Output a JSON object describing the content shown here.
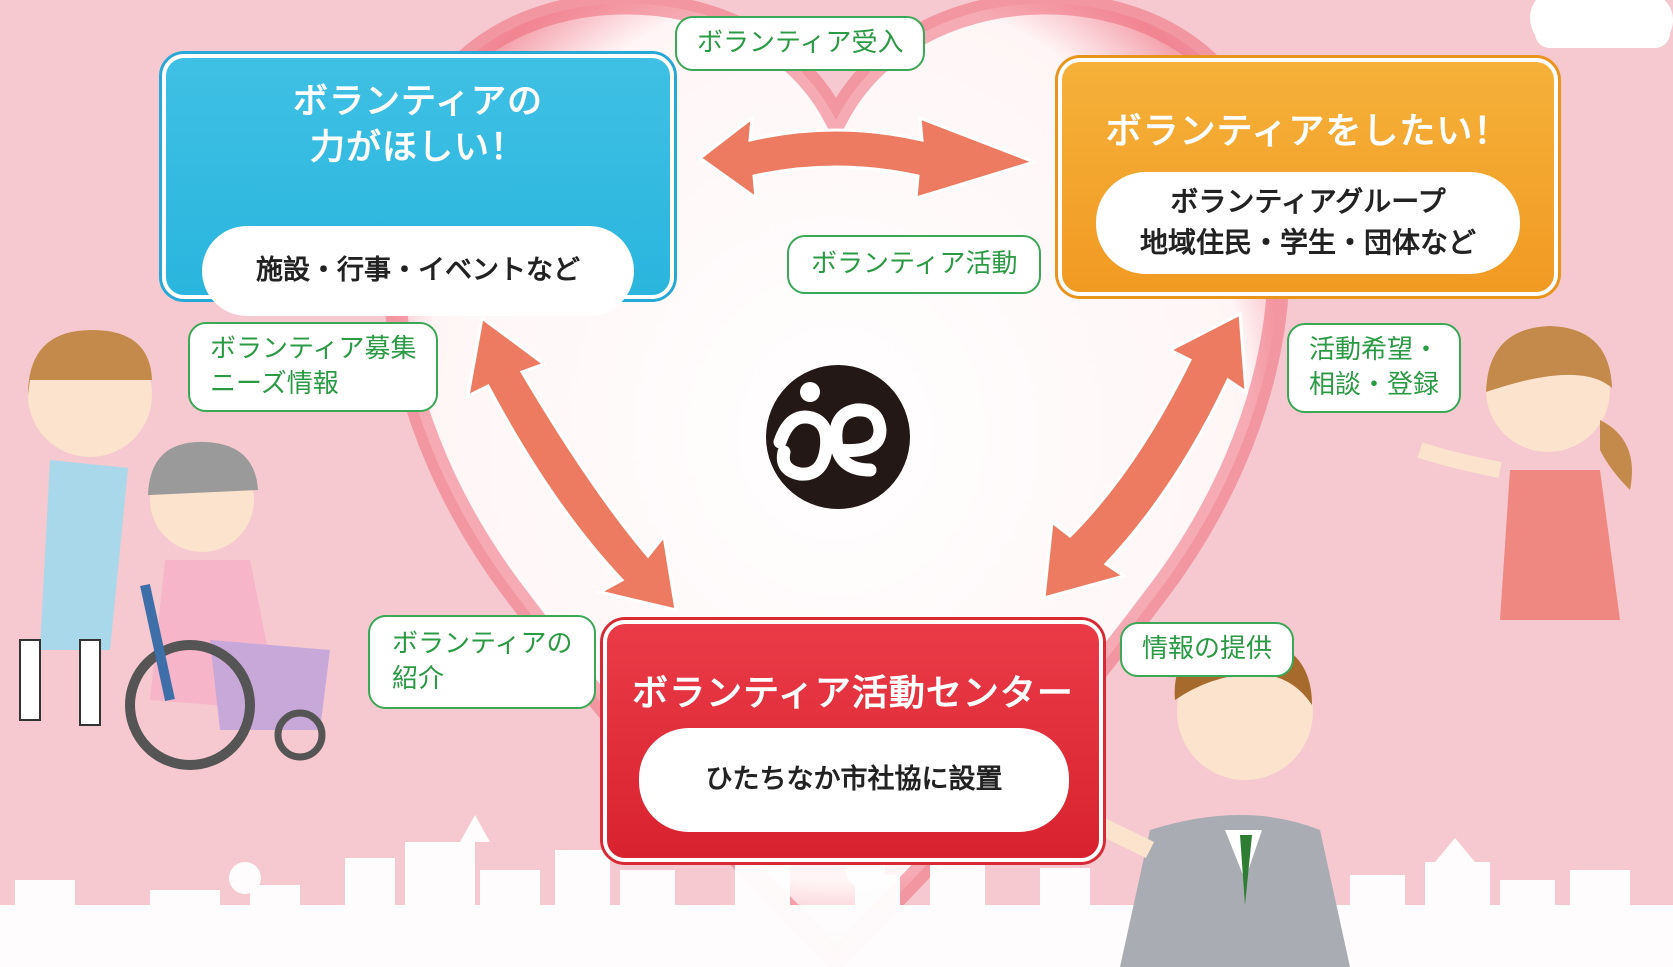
{
  "nodes": {
    "need": {
      "title_line1": "ボランティアの",
      "title_line2": "力がほしい！",
      "detail": "施設・行事・イベントなど",
      "color": "#2ab5de"
    },
    "want": {
      "title": "ボランティアをしたい！",
      "detail_line1": "ボランティアグループ",
      "detail_line2": "地域住民・学生・団体など",
      "color": "#f19a22"
    },
    "center": {
      "title": "ボランティア活動センター",
      "detail": "ひたちなか市社協に設置",
      "color": "#d9222f"
    }
  },
  "bubbles": {
    "acceptance": "ボランティア受入",
    "activity": "ボランティア活動",
    "recruit_line1": "ボランティア募集",
    "recruit_line2": "ニーズ情報",
    "hope_line1": "活動希望・",
    "hope_line2": "相談・登録",
    "intro_line1": "ボランティアの",
    "intro_line2": "紹介",
    "info": "情報の提供"
  },
  "colors": {
    "background": "#f5c9cf",
    "arrow": "#ec7b62",
    "bubble_border": "#3aa857",
    "heart": "#e85a6a"
  }
}
